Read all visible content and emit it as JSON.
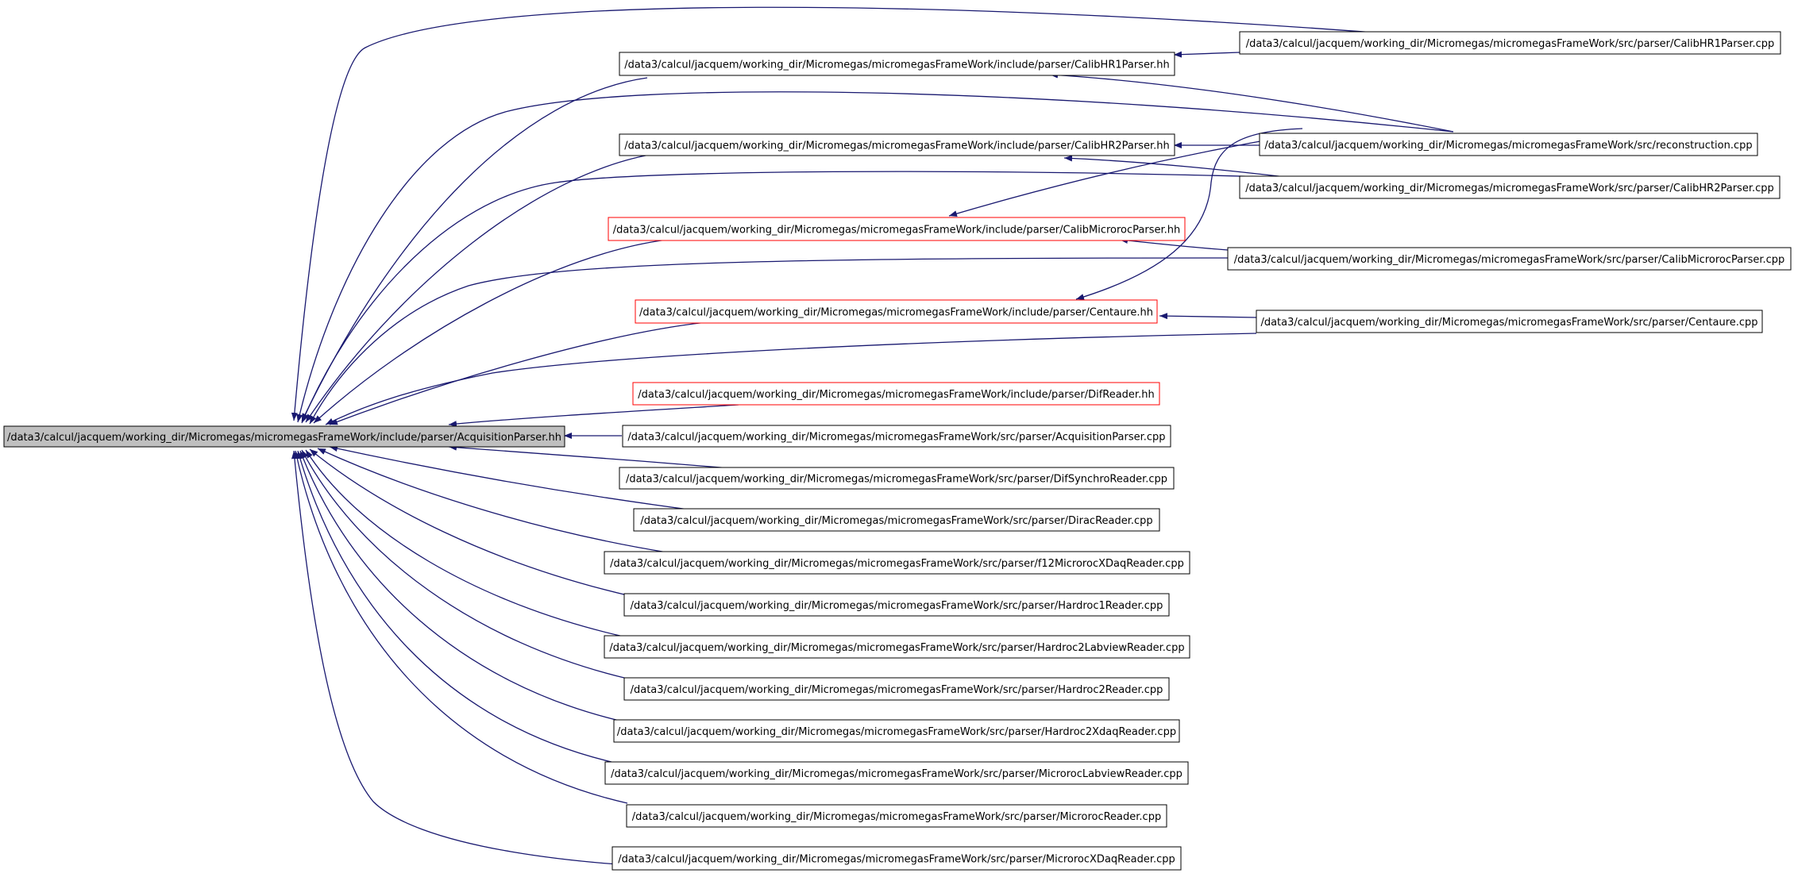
{
  "root": {
    "label": "/data3/calcul/jacquem/working_dir/Micromegas/micromegasFrameWork/include/parser/AcquisitionParser.hh",
    "fill": "#bfbfbf"
  },
  "headers": [
    {
      "id": "calibhr1_hh",
      "label": "/data3/calcul/jacquem/working_dir/Micromegas/micromegasFrameWork/include/parser/CalibHR1Parser.hh",
      "incomplete": false
    },
    {
      "id": "calibhr2_hh",
      "label": "/data3/calcul/jacquem/working_dir/Micromegas/micromegasFrameWork/include/parser/CalibHR2Parser.hh",
      "incomplete": false
    },
    {
      "id": "calibmicroroc_hh",
      "label": "/data3/calcul/jacquem/working_dir/Micromegas/micromegasFrameWork/include/parser/CalibMicrorocParser.hh",
      "incomplete": true
    },
    {
      "id": "centaure_hh",
      "label": "/data3/calcul/jacquem/working_dir/Micromegas/micromegasFrameWork/include/parser/Centaure.hh",
      "incomplete": true
    },
    {
      "id": "difreader_hh",
      "label": "/data3/calcul/jacquem/working_dir/Micromegas/micromegasFrameWork/include/parser/DifReader.hh",
      "incomplete": true
    }
  ],
  "sources": [
    {
      "id": "acq_cpp",
      "label": "/data3/calcul/jacquem/working_dir/Micromegas/micromegasFrameWork/src/parser/AcquisitionParser.cpp"
    },
    {
      "id": "difsync_cpp",
      "label": "/data3/calcul/jacquem/working_dir/Micromegas/micromegasFrameWork/src/parser/DifSynchroReader.cpp"
    },
    {
      "id": "dirac_cpp",
      "label": "/data3/calcul/jacquem/working_dir/Micromegas/micromegasFrameWork/src/parser/DiracReader.cpp"
    },
    {
      "id": "f12_cpp",
      "label": "/data3/calcul/jacquem/working_dir/Micromegas/micromegasFrameWork/src/parser/f12MicrorocXDaqReader.cpp"
    },
    {
      "id": "hr1_cpp",
      "label": "/data3/calcul/jacquem/working_dir/Micromegas/micromegasFrameWork/src/parser/Hardroc1Reader.cpp"
    },
    {
      "id": "hr2lab_cpp",
      "label": "/data3/calcul/jacquem/working_dir/Micromegas/micromegasFrameWork/src/parser/Hardroc2LabviewReader.cpp"
    },
    {
      "id": "hr2_cpp",
      "label": "/data3/calcul/jacquem/working_dir/Micromegas/micromegasFrameWork/src/parser/Hardroc2Reader.cpp"
    },
    {
      "id": "hr2x_cpp",
      "label": "/data3/calcul/jacquem/working_dir/Micromegas/micromegasFrameWork/src/parser/Hardroc2XdaqReader.cpp"
    },
    {
      "id": "mlab_cpp",
      "label": "/data3/calcul/jacquem/working_dir/Micromegas/micromegasFrameWork/src/parser/MicrorocLabviewReader.cpp"
    },
    {
      "id": "mr_cpp",
      "label": "/data3/calcul/jacquem/working_dir/Micromegas/micromegasFrameWork/src/parser/MicrorocReader.cpp"
    },
    {
      "id": "mx_cpp",
      "label": "/data3/calcul/jacquem/working_dir/Micromegas/micromegasFrameWork/src/parser/MicrorocXDaqReader.cpp"
    }
  ],
  "right_sources": [
    {
      "id": "calibhr1_cpp",
      "label": "/data3/calcul/jacquem/working_dir/Micromegas/micromegasFrameWork/src/parser/CalibHR1Parser.cpp"
    },
    {
      "id": "recon_cpp",
      "label": "/data3/calcul/jacquem/working_dir/Micromegas/micromegasFrameWork/src/reconstruction.cpp"
    },
    {
      "id": "calibhr2_cpp",
      "label": "/data3/calcul/jacquem/working_dir/Micromegas/micromegasFrameWork/src/parser/CalibHR2Parser.cpp"
    },
    {
      "id": "calibmicroroc_cpp",
      "label": "/data3/calcul/jacquem/working_dir/Micromegas/micromegasFrameWork/src/parser/CalibMicrorocParser.cpp"
    },
    {
      "id": "centaure_cpp",
      "label": "/data3/calcul/jacquem/working_dir/Micromegas/micromegasFrameWork/src/parser/Centaure.cpp"
    }
  ],
  "colors": {
    "edge": "#191970",
    "node_border": "#000000",
    "incomplete_border": "#ff0000",
    "root_fill": "#bfbfbf",
    "background": "#ffffff"
  }
}
